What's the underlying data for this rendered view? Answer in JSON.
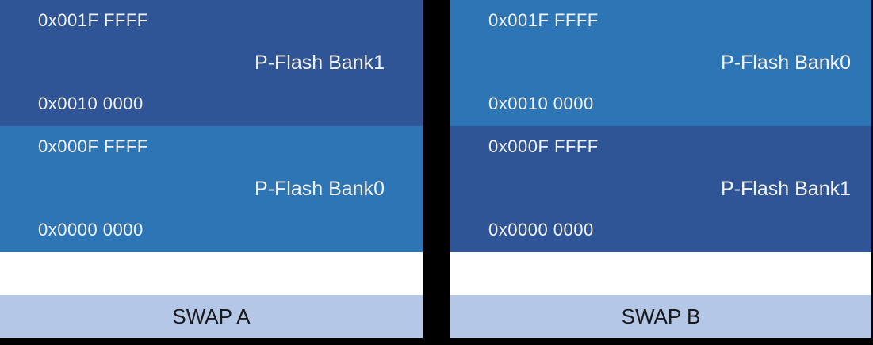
{
  "columns": [
    {
      "swap_label": "SWAP A",
      "blocks": [
        {
          "shade": "dark",
          "top_address": "0x001F FFFF",
          "label": "P-Flash Bank1",
          "bottom_address": "0x0010 0000"
        },
        {
          "shade": "light",
          "top_address": "0x000F FFFF",
          "label": "P-Flash Bank0",
          "bottom_address": "0x0000 0000"
        }
      ]
    },
    {
      "swap_label": "SWAP B",
      "blocks": [
        {
          "shade": "light",
          "top_address": "0x001F FFFF",
          "label": "P-Flash Bank0",
          "bottom_address": "0x0010 0000"
        },
        {
          "shade": "dark",
          "top_address": "0x000F FFFF",
          "label": "P-Flash Bank1",
          "bottom_address": "0x0000 0000"
        }
      ]
    }
  ],
  "colors": {
    "dark_blue": "#2F5597",
    "light_blue": "#2E75B6",
    "swap_bar": "#B4C7E7",
    "background": "#000000",
    "gap_fill": "#FFFFFF",
    "address_text": "#F2F2F2",
    "swap_text": "#1A1A1A"
  }
}
